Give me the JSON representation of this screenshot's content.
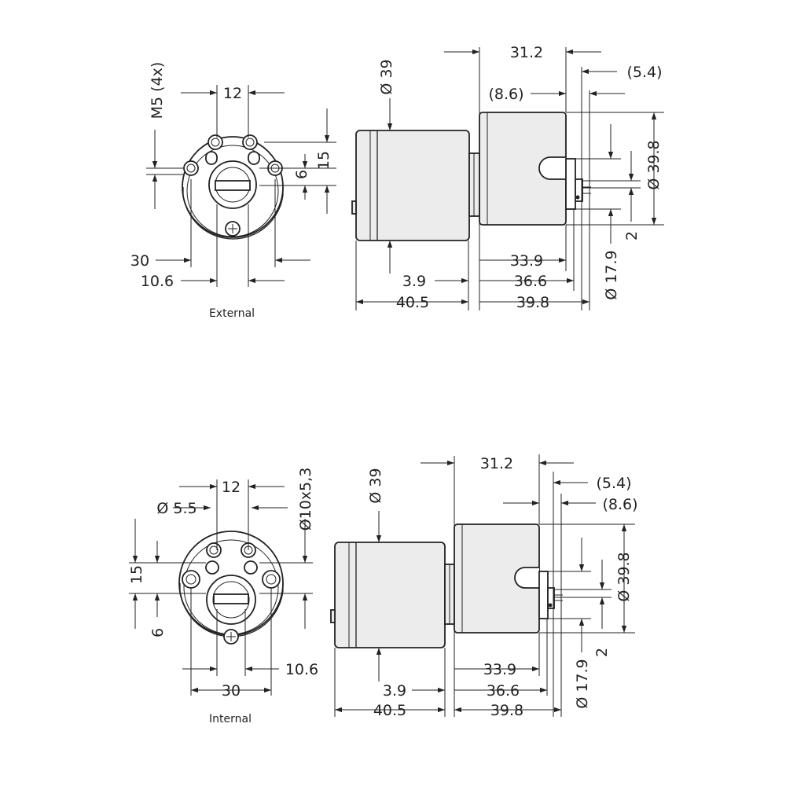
{
  "views": {
    "external": {
      "caption": "External",
      "front": {
        "thread": "M5 (4x)",
        "d12": "12",
        "d15": "15",
        "d6": "6",
        "d30": "30",
        "d10_6": "10.6"
      },
      "side": {
        "dia39": "Ø 39",
        "d31_2": "31.2",
        "d5_4": "(5.4)",
        "d8_6": "(8.6)",
        "dia39_8": "Ø 39.8",
        "d2": "2",
        "dia17_9": "Ø 17.9",
        "d33_9": "33.9",
        "d36_6": "36.6",
        "d39_8": "39.8",
        "d3_9": "3.9",
        "d40_5": "40.5"
      }
    },
    "internal": {
      "caption": "Internal",
      "front": {
        "dia5_5": "Ø 5.5",
        "slot": "Ø10x5,3",
        "d12": "12",
        "d15": "15",
        "d6": "6",
        "d30": "30",
        "d10_6": "10.6"
      },
      "side": {
        "dia39": "Ø 39",
        "d31_2": "31.2",
        "d5_4": "(5.4)",
        "d8_6": "(8.6)",
        "dia39_8": "Ø 39.8",
        "d2": "2",
        "dia17_9": "Ø 17.9",
        "d33_9": "33.9",
        "d36_6": "36.6",
        "d39_8": "39.8",
        "d3_9": "3.9",
        "d40_5": "40.5"
      }
    }
  }
}
